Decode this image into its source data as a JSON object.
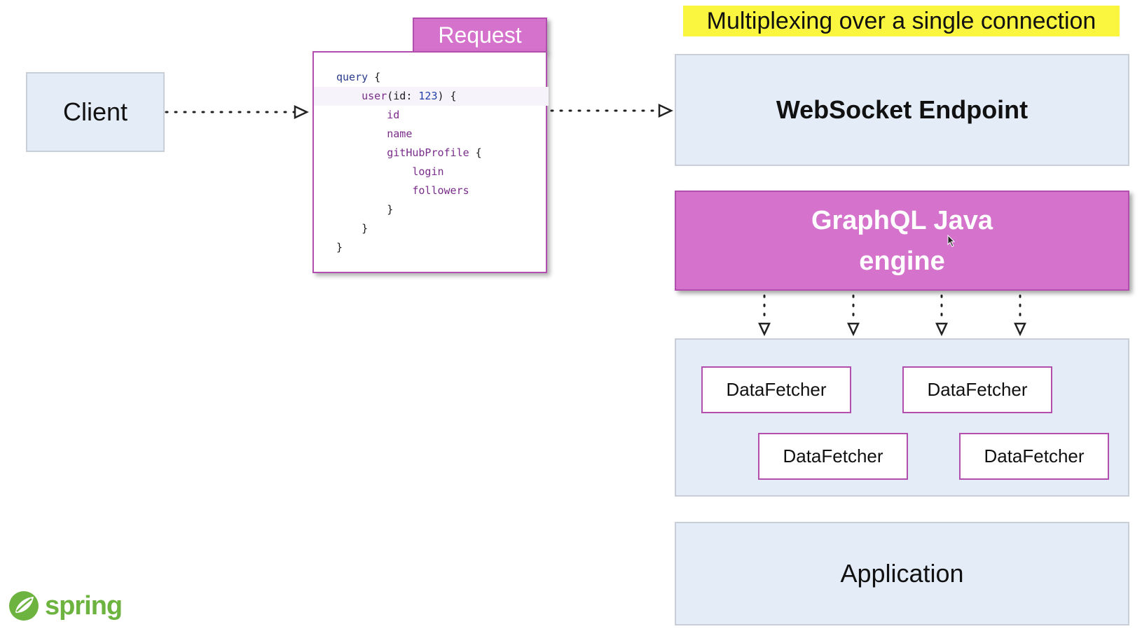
{
  "title": "Multiplexing over a single connection",
  "client": {
    "label": "Client"
  },
  "request": {
    "tab_label": "Request",
    "code": {
      "l1_kw": "query",
      "l1_brace": " {",
      "l2_fn": "user",
      "l2_arg": "(id: ",
      "l2_num": "123",
      "l2_end": ") {",
      "l3": "id",
      "l4": "name",
      "l5_fld": "gitHubProfile",
      "l5_brace": " {",
      "l6": "login",
      "l7": "followers",
      "l8": "}",
      "l9": "}",
      "l10": "}"
    }
  },
  "websocket": {
    "label": "WebSocket Endpoint"
  },
  "engine": {
    "line1": "GraphQL Java",
    "line2": "engine"
  },
  "fetchers": [
    "DataFetcher",
    "DataFetcher",
    "DataFetcher",
    "DataFetcher"
  ],
  "application": {
    "label": "Application"
  },
  "logo": {
    "text": "spring"
  },
  "colors": {
    "accent": "#d472cc",
    "panel": "#e4ecf8",
    "highlight": "#faf63f",
    "brand": "#6db33f"
  }
}
